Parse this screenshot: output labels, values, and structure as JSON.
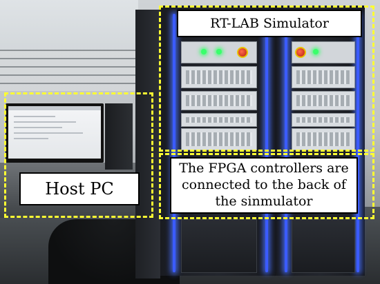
{
  "scene": "photo of a lab setup with host PC and simulator cabinets, annotated with dashed yellow boxes",
  "annotations": {
    "rt_lab": "RT-LAB Simulator",
    "host_pc": "Host PC",
    "fpga_note": "The FPGA controllers are connected to the back of the sinmulator"
  },
  "colors": {
    "frame": "#ffff33",
    "label_bg": "#ffffff",
    "label_border": "#000000",
    "led_blue": "#3b5bff",
    "led_green": "#39ff6b"
  }
}
